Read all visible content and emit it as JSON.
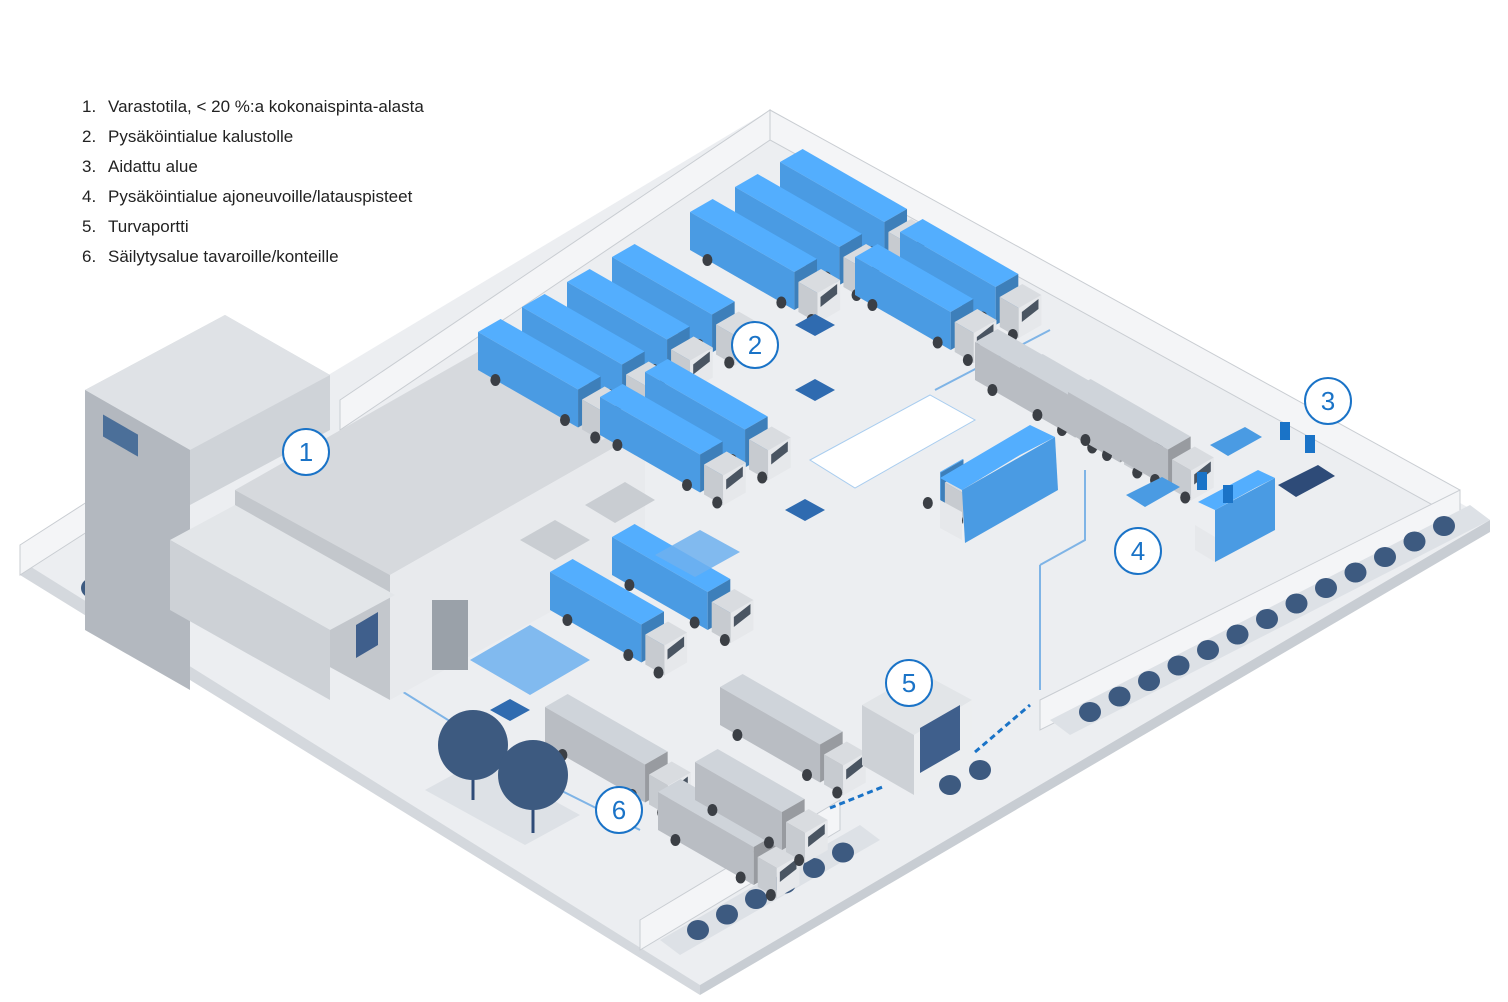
{
  "legend": [
    {
      "number": "1.",
      "text": "Varastotila, < 20 %:a kokonaispinta-alasta"
    },
    {
      "number": "2.",
      "text": "Pysäköintialue kalustolle"
    },
    {
      "number": "3.",
      "text": "Aidattu alue"
    },
    {
      "number": "4.",
      "text": "Pysäköintialue ajoneuvoille/latauspisteet"
    },
    {
      "number": "5.",
      "text": "Turvaportti"
    },
    {
      "number": "6.",
      "text": "Säilytysalue tavaroille/konteille"
    }
  ],
  "markers": [
    "1",
    "2",
    "3",
    "4",
    "5",
    "6"
  ],
  "colors": {
    "accent": "#1a73c7",
    "truck_blue": "#4a9be3",
    "truck_grey": "#b9bdc3",
    "ground": "#eef0f2",
    "building": "#d3d6da",
    "tree": "#3d5a80"
  }
}
